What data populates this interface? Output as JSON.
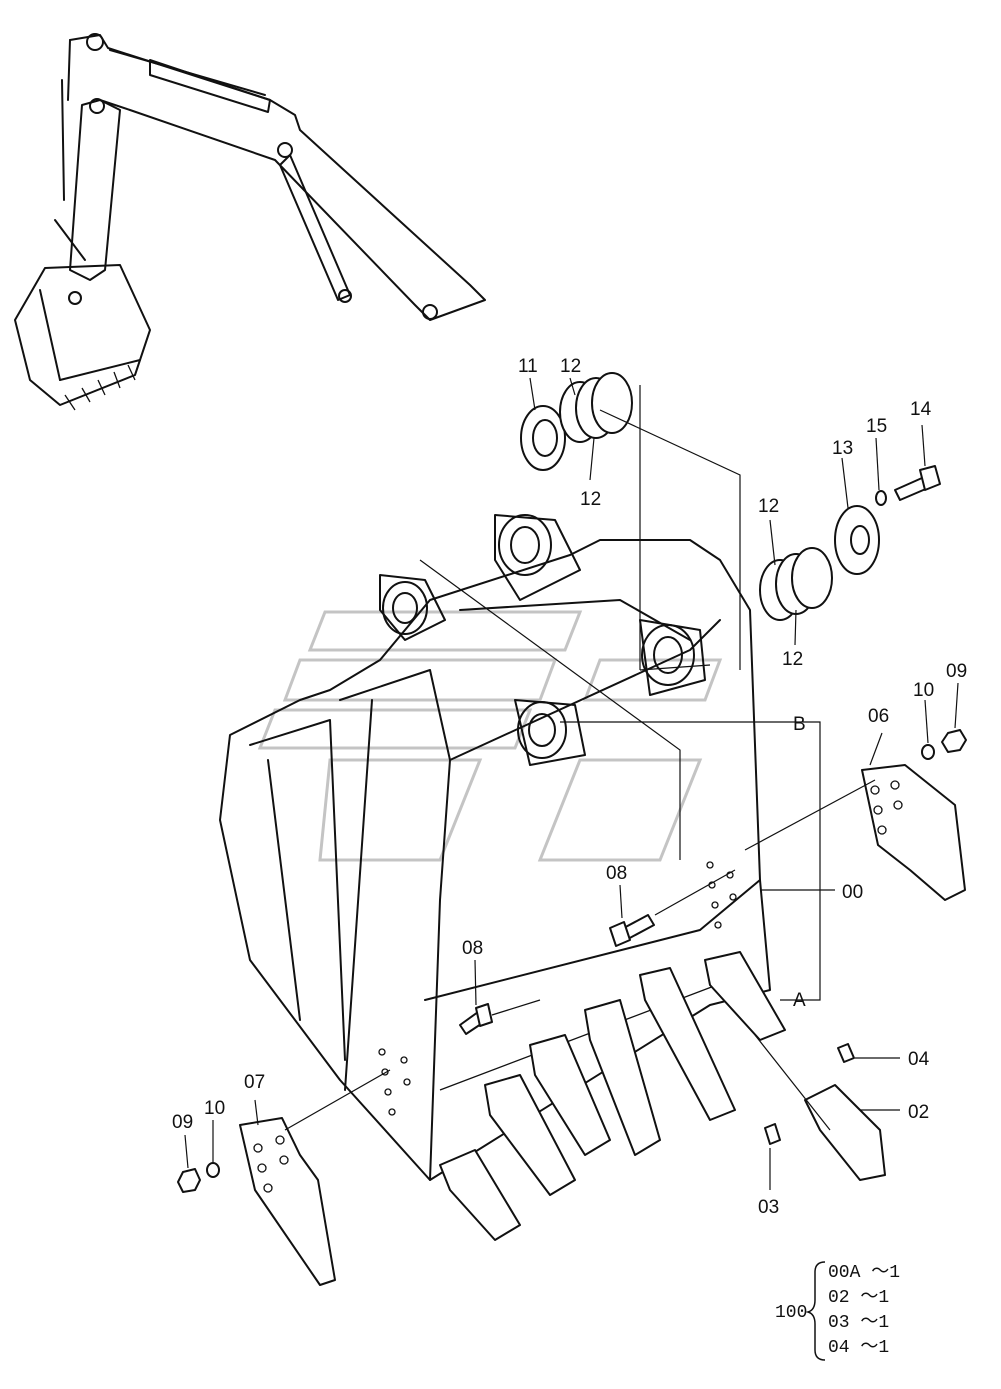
{
  "callouts": {
    "c11": "11",
    "c12a": "12",
    "c12b": "12",
    "c12c": "12",
    "c12d": "12",
    "c13": "13",
    "c15": "15",
    "c14": "14",
    "c09a": "09",
    "c10a": "10",
    "c06": "06",
    "cB": "B",
    "c00": "00",
    "c08a": "08",
    "c08b": "08",
    "cA": "A",
    "c04": "04",
    "c02": "02",
    "c03": "03",
    "c07": "07",
    "c09b": "09",
    "c10b": "10"
  },
  "kit": {
    "label": "100",
    "lines": [
      "00A ～1",
      "02  ～1",
      "03  ～1",
      "04  ～1"
    ]
  }
}
